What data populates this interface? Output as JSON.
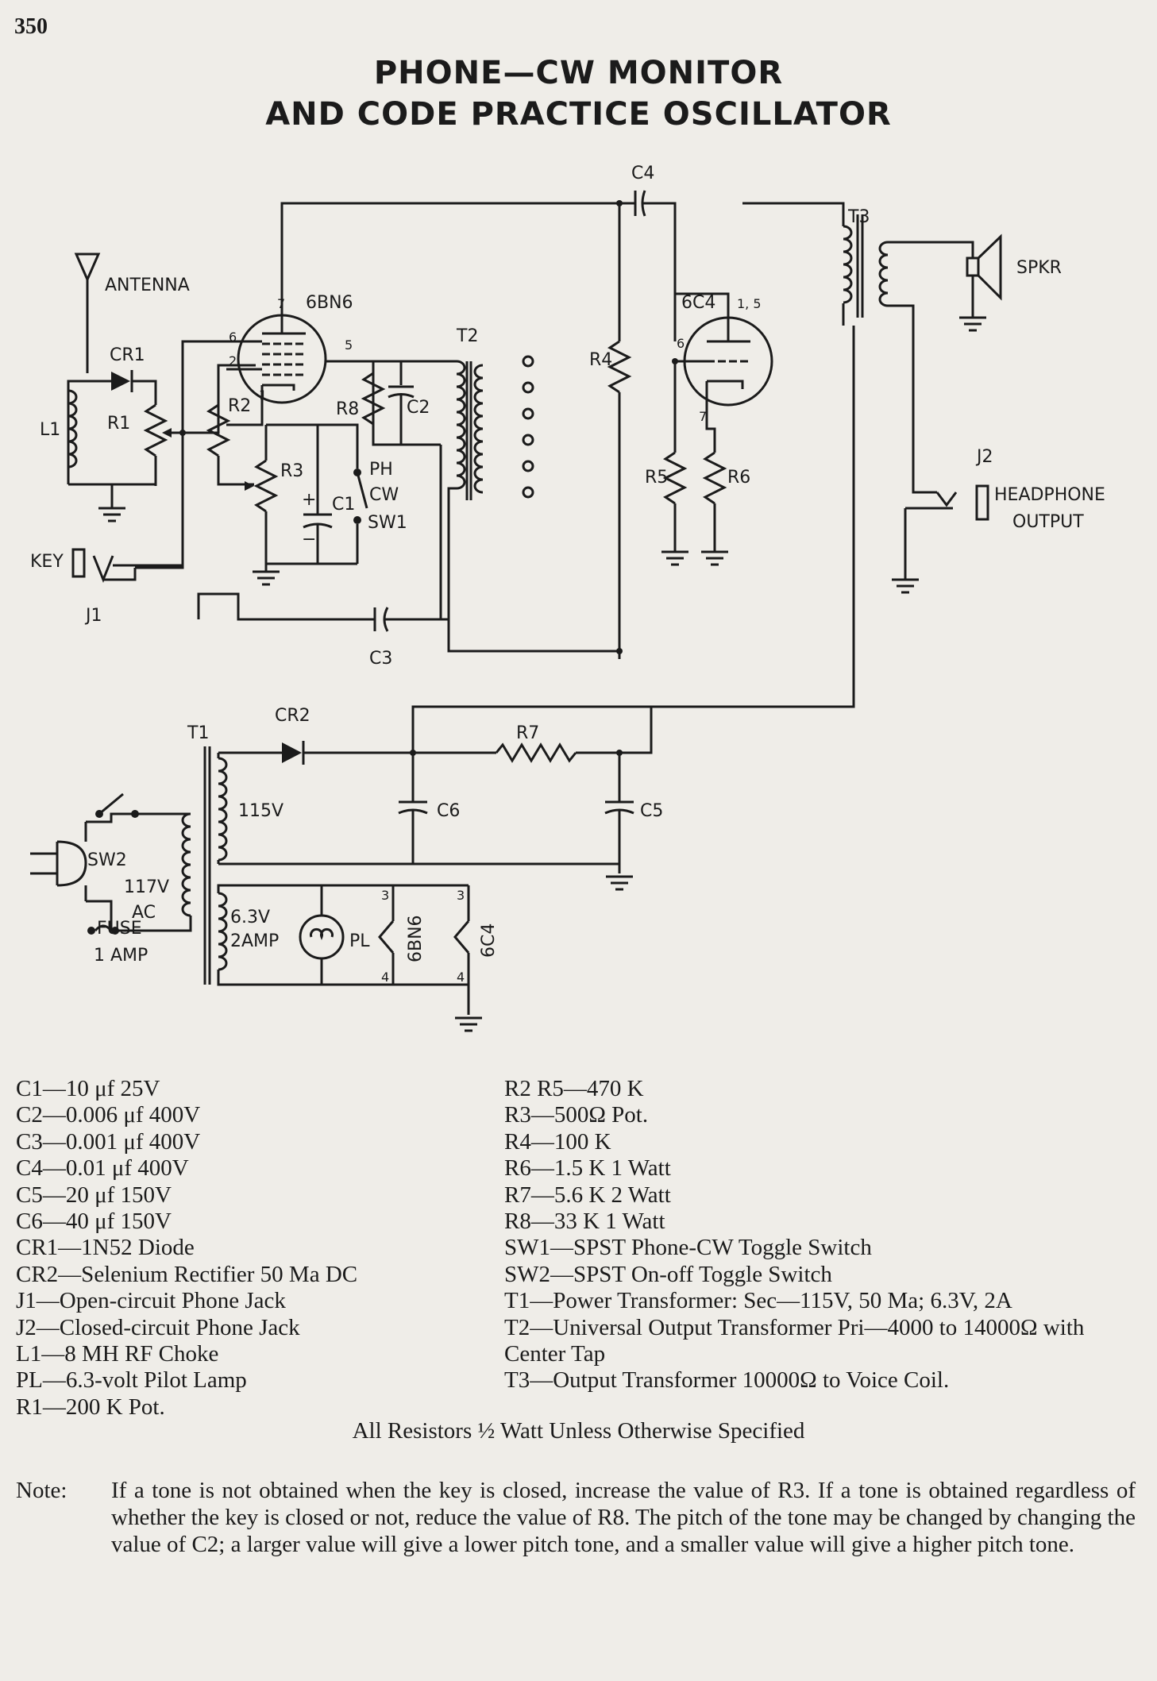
{
  "page_number": "350",
  "title_line1": "PHONE—CW MONITOR",
  "title_line2": "AND CODE PRACTICE OSCILLATOR",
  "schematic_labels": {
    "antenna": "ANTENNA",
    "cr1": "CR1",
    "l1": "L1",
    "r1": "R1",
    "key": "KEY",
    "j1": "J1",
    "tube1": "6BN6",
    "r2": "R2",
    "r3": "R3",
    "r8": "R8",
    "c1": "C1",
    "c2": "C2",
    "c3": "C3",
    "c4": "C4",
    "t2": "T2",
    "ph": "PH",
    "cw": "CW",
    "sw1": "SW1",
    "tube2": "6C4",
    "r4": "R4",
    "r5": "R5",
    "r6": "R6",
    "t3": "T3",
    "spkr": "SPKR",
    "j2": "J2",
    "headphone": "HEADPHONE",
    "output": "OUTPUT",
    "t1": "T1",
    "cr2": "CR2",
    "r7": "R7",
    "c5": "C5",
    "c6": "C6",
    "sec_115": "115V",
    "sw2": "SW2",
    "v117": "117V",
    "ac": "AC",
    "fuse": "FUSE",
    "amp1": "1 AMP",
    "v63": "6.3V",
    "amp2": "2AMP",
    "pl": "PL",
    "heater1": "6BN6",
    "heater2": "6C4",
    "pin7a": "7",
    "pin6a": "6",
    "pin5": "5",
    "pin2": "2",
    "pin1": "1",
    "pin15": "1, 5",
    "pin6b": "6",
    "pin7b": "7",
    "pin3a": "3",
    "pin4a": "4",
    "pin3b": "3",
    "pin4b": "4",
    "c1_plus": "+",
    "c1_minus": "−"
  },
  "parts_left": [
    "C1—10 μf 25V",
    "C2—0.006 μf 400V",
    "C3—0.001 μf 400V",
    "C4—0.01 μf 400V",
    "C5—20 μf 150V",
    "C6—40 μf 150V",
    "CR1—1N52 Diode",
    "CR2—Selenium Rectifier 50 Ma DC",
    "J1—Open-circuit Phone Jack",
    "J2—Closed-circuit Phone Jack",
    "L1—8 MH RF Choke",
    "PL—6.3-volt Pilot Lamp",
    "R1—200 K Pot."
  ],
  "parts_right": [
    "R2 R5—470 K",
    "R3—500Ω Pot.",
    "R4—100 K",
    "R6—1.5 K 1 Watt",
    "R7—5.6 K 2 Watt",
    "R8—33 K 1 Watt",
    "SW1—SPST Phone-CW Toggle Switch",
    "SW2—SPST On-off Toggle Switch",
    "T1—Power Transformer: Sec—115V, 50 Ma; 6.3V, 2A",
    "T2—Universal Output Transformer Pri—4000 to 14000Ω with Center Tap",
    "T3—Output Transformer 10000Ω to Voice Coil."
  ],
  "all_resistors": "All Resistors ½ Watt Unless Otherwise Specified",
  "note_label": "Note:",
  "note_text": "If a tone is not obtained when the key is closed, increase the value of R3. If a tone is obtained regardless of whether the key is closed or not, reduce the value of R8. The pitch of the tone may be changed by changing the value of C2; a larger value will give a lower pitch tone, and a smaller value will give a higher pitch tone."
}
